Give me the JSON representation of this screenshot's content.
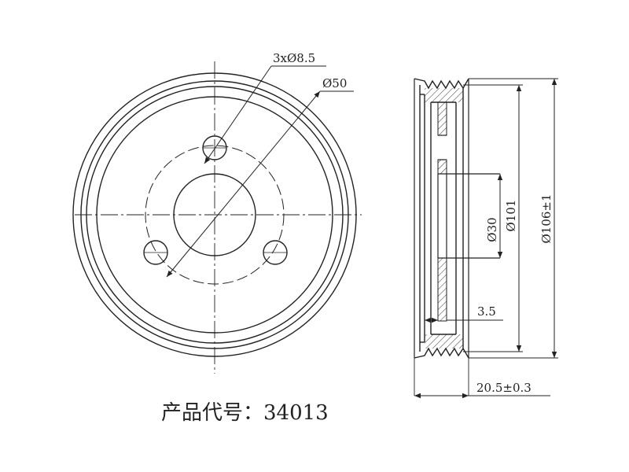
{
  "front_view": {
    "hole_callout": "3xØ8.5",
    "bolt_circle_callout": "Ø50"
  },
  "side_view": {
    "bore_dim": "Ø30",
    "hub_dim": "Ø101",
    "outer_dim": "Ø106±1",
    "wall_dim": "3.5",
    "width_dim": "20.5±0.3"
  },
  "product": {
    "label": "产品代号：",
    "code": "34013"
  }
}
